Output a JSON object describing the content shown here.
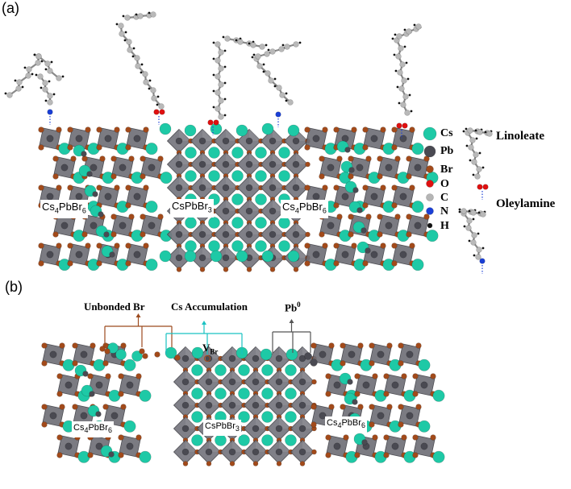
{
  "panels": {
    "a": {
      "label": "(a)"
    },
    "b": {
      "label": "(b)"
    }
  },
  "phases_a": {
    "left": {
      "main": "Cs",
      "sub1": "4",
      "mid": "PbBr",
      "sub2": "6"
    },
    "center": {
      "main": "CsPbBr",
      "sub1": "3"
    },
    "right": {
      "main": "Cs",
      "sub1": "4",
      "mid": "PbBr",
      "sub2": "6"
    }
  },
  "phases_b": {
    "left": {
      "main": "Cs",
      "sub1": "4",
      "mid": "PbBr",
      "sub2": "6"
    },
    "center": {
      "main": "CsPbBr",
      "sub1": "3"
    },
    "right": {
      "main": "Cs",
      "sub1": "4",
      "mid": "PbBr",
      "sub2": "6"
    }
  },
  "legend": {
    "atoms": [
      {
        "symbol": "Cs",
        "color": "#1ec9a6"
      },
      {
        "symbol": "Pb",
        "color": "#4a4a52"
      },
      {
        "symbol": "Br",
        "color": "#a24a1a"
      },
      {
        "symbol": "O",
        "color": "#e01010"
      },
      {
        "symbol": "C",
        "color": "#b5b5b5"
      },
      {
        "symbol": "N",
        "color": "#1a3fd6"
      },
      {
        "symbol": "H",
        "color": "#111111"
      }
    ],
    "ligands": {
      "linoleate": "Linoleate",
      "oleylamine": "Oleylamine"
    }
  },
  "annotations": {
    "unbonded_br": "Unbonded Br",
    "cs_accumulation": "Cs Accumulation",
    "pb0": {
      "main": "Pb",
      "sup": "0"
    },
    "vacancy": {
      "main": "V",
      "sub": "Br"
    }
  },
  "colors": {
    "cs": "#1ec9a6",
    "pb": "#4a4a52",
    "br": "#a24a1a",
    "octahedron": "#6b6b73",
    "unbonded_br_bracket": "#9c4a1e",
    "cs_accumulation_bracket": "#19c2c2",
    "pb0_bracket": "#555555"
  }
}
